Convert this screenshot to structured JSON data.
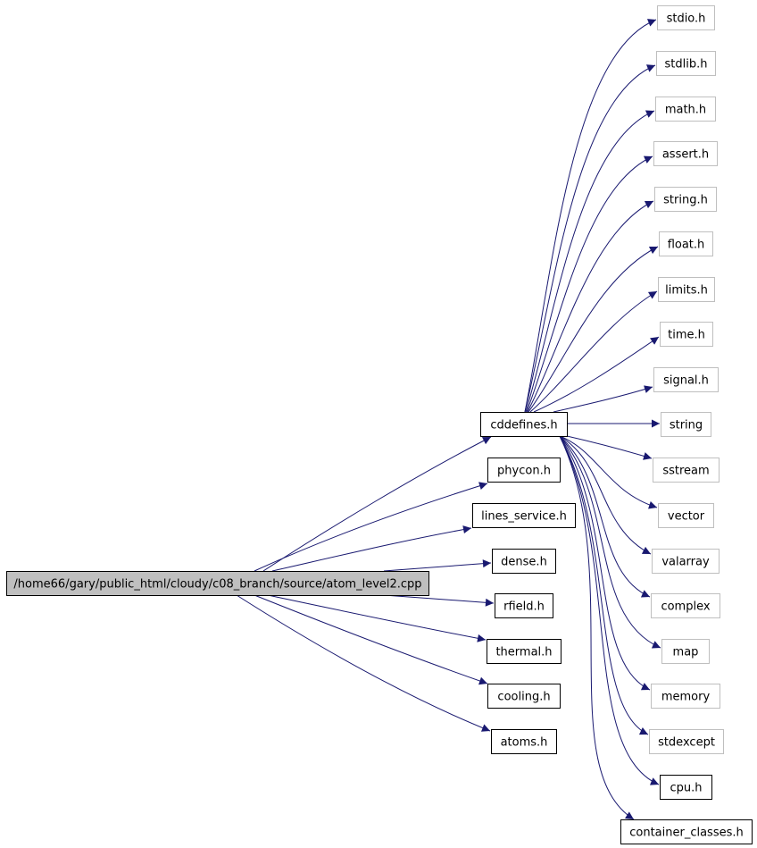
{
  "diagram": {
    "type": "include-dependency-graph",
    "colors": {
      "edge": "#191970",
      "root_fill": "#bfbfbf",
      "documented_border": "#000000",
      "system_border": "#bfbfbf"
    },
    "root": {
      "id": "root",
      "label": "/home66/gary/public_html/cloudy/c08_branch/source/atom_level2.cpp"
    },
    "nodes": [
      {
        "id": "cddefines",
        "label": "cddefines.h",
        "kind": "documented"
      },
      {
        "id": "phycon",
        "label": "phycon.h",
        "kind": "documented"
      },
      {
        "id": "lines_service",
        "label": "lines_service.h",
        "kind": "documented"
      },
      {
        "id": "dense",
        "label": "dense.h",
        "kind": "documented"
      },
      {
        "id": "rfield",
        "label": "rfield.h",
        "kind": "documented"
      },
      {
        "id": "thermal",
        "label": "thermal.h",
        "kind": "documented"
      },
      {
        "id": "cooling",
        "label": "cooling.h",
        "kind": "documented"
      },
      {
        "id": "atoms",
        "label": "atoms.h",
        "kind": "documented"
      },
      {
        "id": "stdio",
        "label": "stdio.h",
        "kind": "system"
      },
      {
        "id": "stdlib",
        "label": "stdlib.h",
        "kind": "system"
      },
      {
        "id": "math",
        "label": "math.h",
        "kind": "system"
      },
      {
        "id": "assert",
        "label": "assert.h",
        "kind": "system"
      },
      {
        "id": "string_h",
        "label": "string.h",
        "kind": "system"
      },
      {
        "id": "float",
        "label": "float.h",
        "kind": "system"
      },
      {
        "id": "limits",
        "label": "limits.h",
        "kind": "system"
      },
      {
        "id": "time",
        "label": "time.h",
        "kind": "system"
      },
      {
        "id": "signal",
        "label": "signal.h",
        "kind": "system"
      },
      {
        "id": "string",
        "label": "string",
        "kind": "system"
      },
      {
        "id": "sstream",
        "label": "sstream",
        "kind": "system"
      },
      {
        "id": "vector",
        "label": "vector",
        "kind": "system"
      },
      {
        "id": "valarray",
        "label": "valarray",
        "kind": "system"
      },
      {
        "id": "complex",
        "label": "complex",
        "kind": "system"
      },
      {
        "id": "map",
        "label": "map",
        "kind": "system"
      },
      {
        "id": "memory",
        "label": "memory",
        "kind": "system"
      },
      {
        "id": "stdexcept",
        "label": "stdexcept",
        "kind": "system"
      },
      {
        "id": "cpu",
        "label": "cpu.h",
        "kind": "documented"
      },
      {
        "id": "container_classes",
        "label": "container_classes.h",
        "kind": "documented"
      }
    ],
    "edges": [
      [
        "root",
        "cddefines"
      ],
      [
        "root",
        "phycon"
      ],
      [
        "root",
        "lines_service"
      ],
      [
        "root",
        "dense"
      ],
      [
        "root",
        "rfield"
      ],
      [
        "root",
        "thermal"
      ],
      [
        "root",
        "cooling"
      ],
      [
        "root",
        "atoms"
      ],
      [
        "cddefines",
        "stdio"
      ],
      [
        "cddefines",
        "stdlib"
      ],
      [
        "cddefines",
        "math"
      ],
      [
        "cddefines",
        "assert"
      ],
      [
        "cddefines",
        "string_h"
      ],
      [
        "cddefines",
        "float"
      ],
      [
        "cddefines",
        "limits"
      ],
      [
        "cddefines",
        "time"
      ],
      [
        "cddefines",
        "signal"
      ],
      [
        "cddefines",
        "string"
      ],
      [
        "cddefines",
        "sstream"
      ],
      [
        "cddefines",
        "vector"
      ],
      [
        "cddefines",
        "valarray"
      ],
      [
        "cddefines",
        "complex"
      ],
      [
        "cddefines",
        "map"
      ],
      [
        "cddefines",
        "memory"
      ],
      [
        "cddefines",
        "stdexcept"
      ],
      [
        "cddefines",
        "cpu"
      ],
      [
        "cddefines",
        "container_classes"
      ]
    ]
  }
}
